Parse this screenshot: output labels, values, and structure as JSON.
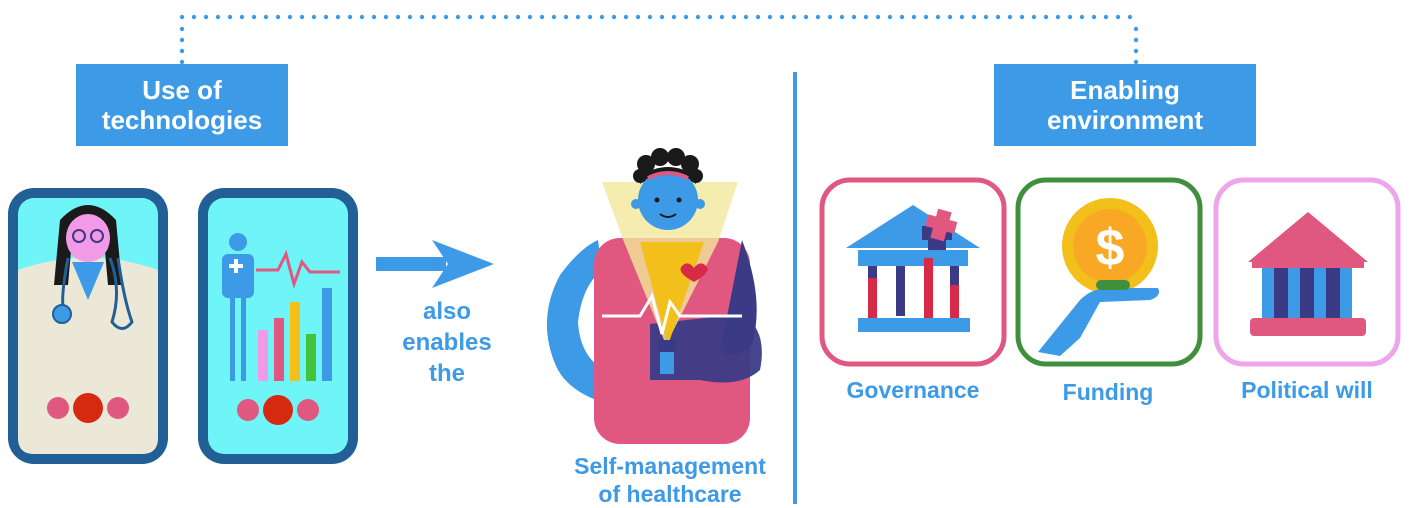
{
  "colors": {
    "accent_blue": "#3d9ae6",
    "pink": "#e0587f",
    "green": "#3f8f3d",
    "light_pink": "#eea5ea",
    "dark_navy": "#3b3b85",
    "phone_frame": "#215f96",
    "screen_cyan": "#6ff4f7",
    "bar_red": "#d62a47",
    "coin_yellow": "#f3c01b"
  },
  "left_box": {
    "line1": "Use of",
    "line2": "technologies"
  },
  "right_box": {
    "line1": "Enabling",
    "line2": "environment"
  },
  "arrow_text": {
    "line1": "also",
    "line2": "enables",
    "line3": "the"
  },
  "center_caption": {
    "line1": "Self-management",
    "line2": "of healthcare"
  },
  "environment_items": [
    {
      "label": "Governance",
      "icon": "governance-building-plus-icon"
    },
    {
      "label": "Funding",
      "icon": "hand-holding-coin-icon"
    },
    {
      "label": "Political will",
      "icon": "government-building-icon"
    }
  ],
  "illustrations": {
    "phone_doctor": "doctor-on-phone-icon",
    "phone_health_app": "health-app-phone-icon",
    "person": "person-with-heart-monitor-icon"
  }
}
